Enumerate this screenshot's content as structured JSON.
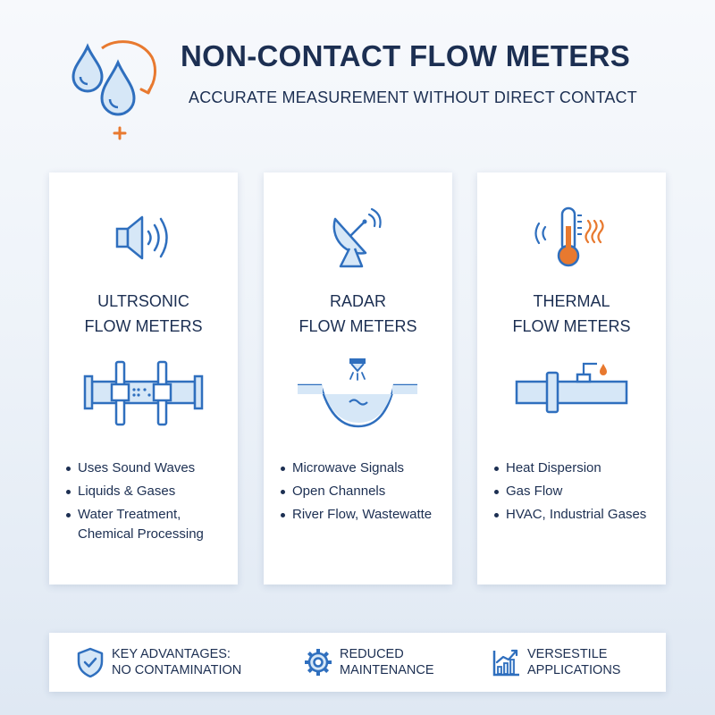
{
  "header": {
    "title": "NON-CONTACT FLOW METERS",
    "subtitle": "ACCURATE MEASUREMENT WITHOUT DIRECT CONTACT",
    "logo_icon": "water-drops-cycle-icon"
  },
  "colors": {
    "navy": "#1c2f52",
    "blue": "#2f6fbe",
    "light_blue": "#d6e7f7",
    "orange": "#e8792f"
  },
  "cards": [
    {
      "icon": "speaker-sound-waves-icon",
      "name_line1": "ULTRSONIC",
      "name_line2": "FLOW METERS",
      "illustration": "pipe-with-clamp-on-transducers",
      "bullets": [
        "Uses Sound Waves",
        "Liquids & Gases",
        "Water Treatment,",
        "Chemical Processing"
      ]
    },
    {
      "icon": "radar-dish-icon",
      "name_line1": "RADAR",
      "name_line2": "FLOW METERS",
      "illustration": "open-channel-with-radar-sensor",
      "bullets": [
        "Microwave Signals",
        "Open Channels",
        "River Flow, Wastewatte"
      ]
    },
    {
      "icon": "thermometer-heat-icon",
      "name_line1": "THERMAL",
      "name_line2": "FLOW METERS",
      "illustration": "pipe-with-thermal-probe",
      "bullets": [
        "Heat Dispersion",
        "Gas Flow",
        "HVAC, Industrial Gases"
      ]
    }
  ],
  "footer": {
    "items": [
      {
        "icon": "shield-check-icon",
        "line1": "KEY ADVANTAGES:",
        "line2": "NO CONTAMINATION"
      },
      {
        "icon": "gear-icon",
        "line1": "REDUCED",
        "line2": "MAINTENANCE"
      },
      {
        "icon": "bar-chart-growth-icon",
        "line1": "VERSESTILE",
        "line2": "APPLICATIONS"
      }
    ]
  }
}
